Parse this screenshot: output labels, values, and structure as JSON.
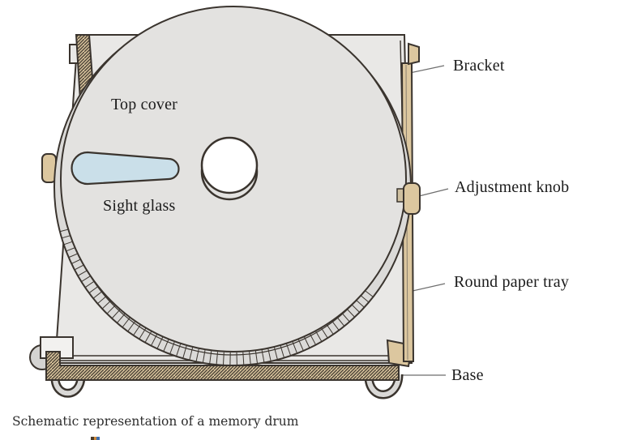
{
  "figure": {
    "caption": "Schematic representation of a memory drum",
    "labels": {
      "top_cover": "Top cover",
      "sight_glass": "Sight glass",
      "bracket": "Bracket",
      "adjustment_knob": "Adjustment knob",
      "round_paper_tray": "Round paper tray",
      "base": "Base"
    },
    "colors": {
      "outline": "#3a342e",
      "cover_gray": "#e3e2e0",
      "plate_gray": "#e9e8e6",
      "tray_gray": "#dbdad8",
      "wood_tan": "#dcc79f",
      "sight_glass_blue": "#cadfe9",
      "leader_line": "#6e6e6e",
      "background": "#ffffff"
    }
  }
}
